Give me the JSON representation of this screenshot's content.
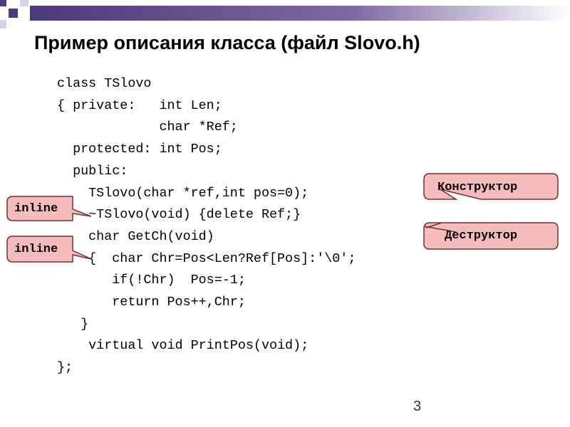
{
  "slide": {
    "title": "Пример описания класса (файл Slovo.h)",
    "code_lines": [
      "class TSlovo",
      "{ private:   int Len;",
      "             char *Ref;",
      "  protected: int Pos;",
      "  public:",
      "    TSlovo(char *ref,int pos=0);",
      "    ~TSlovo(void) {delete Ref;}",
      "    char GetCh(void)",
      "    {  char Chr=Pos<Len?Ref[Pos]:'\\0';",
      "       if(!Chr)  Pos=-1;",
      "       return Pos++,Chr;",
      "   }",
      "    virtual void PrintPos(void);",
      "};"
    ],
    "page_number": "3"
  },
  "callouts": {
    "inline_1": "inline",
    "inline_2": "inline",
    "constructor": "Конструктор",
    "destructor": "Деструктор"
  },
  "colors": {
    "callout_fill": "#f4bcbc",
    "callout_border": "#7a3030",
    "deco_dark": "#4f3b7a",
    "deco_light": "#ffffff"
  }
}
